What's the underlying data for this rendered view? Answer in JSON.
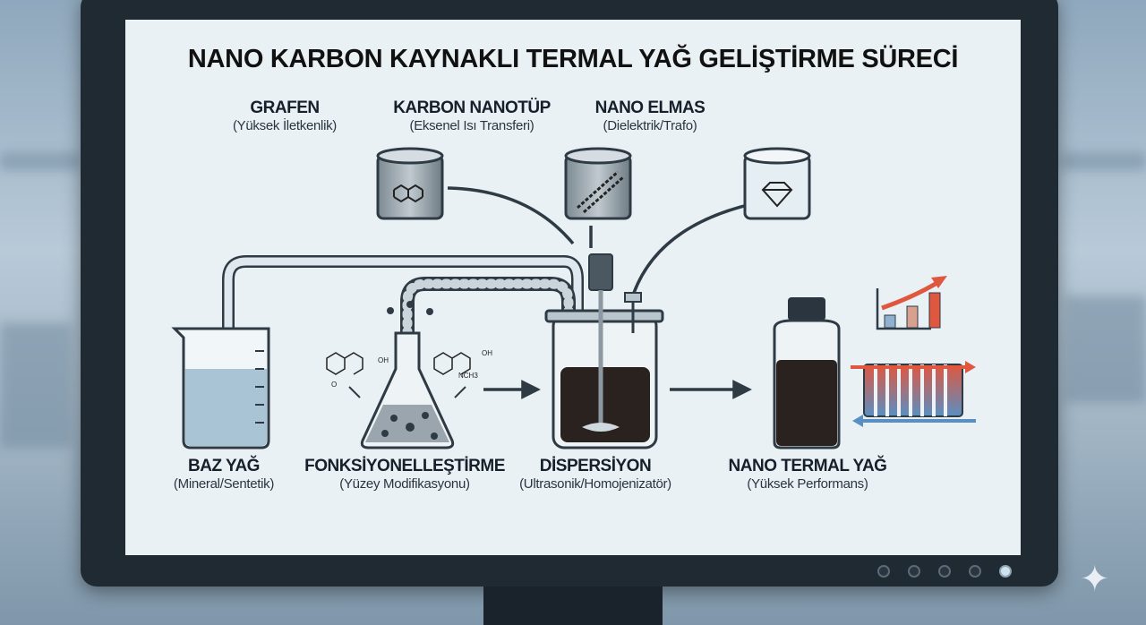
{
  "title": "NANO KARBON KAYNAKLI TERMAL YAĞ GELİŞTİRME SÜRECİ",
  "additives": [
    {
      "name": "GRAFEN",
      "desc": "(Yüksek İletkenlik)"
    },
    {
      "name": "KARBON NANOTÜP",
      "desc": "(Eksenel Isı Transferi)"
    },
    {
      "name": "NANO ELMAS",
      "desc": "(Dielektrik/Trafo)"
    }
  ],
  "steps": [
    {
      "name": "BAZ YAĞ",
      "desc": "(Mineral/Sentetik)"
    },
    {
      "name": "FONKSİYONELLEŞTİRME",
      "desc": "(Yüzey Modifikasyonu)"
    },
    {
      "name": "DİSPERSİYON",
      "desc": "(Ultrasonik/Homojenizatör)"
    },
    {
      "name": "NANO TERMAL YAĞ",
      "desc": "(Yüksek Performans)"
    }
  ],
  "molecule_labels": {
    "oh1": "OH",
    "o": "O",
    "oh2": "OH",
    "nch3": "NCH3"
  },
  "colors": {
    "bezel": "#1f2a33",
    "screen": "#e9f1f5",
    "oil_dark": "#2a221e",
    "oil_base": "#a9c4d4",
    "hot": "#e0573f",
    "cold": "#5a8fc2"
  }
}
